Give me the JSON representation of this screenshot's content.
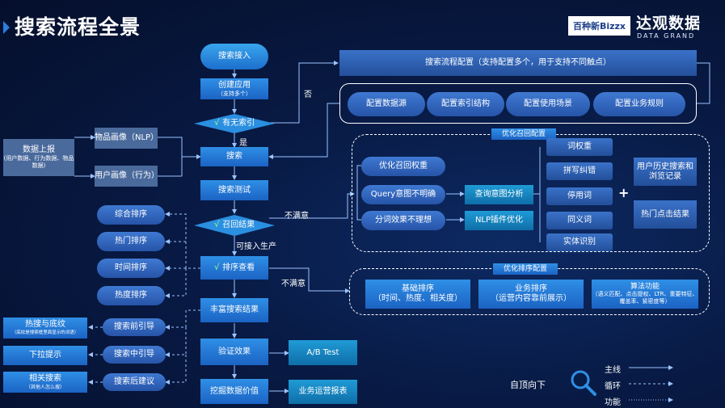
{
  "header": {
    "title": "搜索流程全景",
    "logo_text": "百种新Bizzx",
    "brand_cn": "达观数据",
    "brand_en": "DATA GRAND"
  },
  "flow": {
    "search_access": "搜索接入",
    "create_app": "创建应用",
    "create_app_sub": "（支持多个）",
    "has_index": "有无索引",
    "search": "搜索",
    "search_test": "搜索测试",
    "recall_result": "召回结果",
    "sort_view": "排序查看",
    "rich_result": "丰富搜索结果",
    "verify": "验证效果",
    "mining": "挖掘数据价值",
    "ab_test": "A/B Test",
    "ops_report": "业务运营报表"
  },
  "labels": {
    "no": "否",
    "yes": "是",
    "unsatisfied_1": "不满意",
    "unsatisfied_2": "不满意",
    "production": "可接入生产"
  },
  "data_report": {
    "title": "数据上报",
    "sub": "(用户数据、行为数据、物品数据)"
  },
  "portraits": {
    "item": "物品画像（NLP）",
    "user": "用户画像（行为）"
  },
  "config": {
    "header": "搜索流程配置（支持配置多个，用于支持不同触点）",
    "items": [
      "配置数据源",
      "配置索引结构",
      "配置使用场景",
      "配置业务规则"
    ]
  },
  "recall_opt": {
    "title": "优化召回配置",
    "left": [
      "优化召回权重",
      "Query意图不明确",
      "分词效果不理想"
    ],
    "mid": [
      "查询意图分析",
      "NLP插件优化"
    ],
    "stack": [
      "词权重",
      "拼写纠错",
      "停用词",
      "同义词",
      "实体识别"
    ],
    "plus": "+",
    "right": [
      "用户历史搜索和浏览记录",
      "热门点击结果"
    ]
  },
  "sort_opt": {
    "title": "优化排序配置",
    "basic": "基础排序",
    "basic_sub": "（时间、热度、相关度）",
    "business": "业务排序",
    "business_sub": "（运营内容靠前展示）",
    "algo": "算法功能",
    "algo_sub": "（语义匹配、点击提权、LTR、重要特征、覆盖率、紧密度等）"
  },
  "sort_types": [
    "综合排序",
    "热门排序",
    "时间排序",
    "热度排序"
  ],
  "guides": [
    {
      "stage": "搜索前引导",
      "result": "热搜与底纹",
      "result_sub": "（底纹是搜索框里面显示的词语）"
    },
    {
      "stage": "搜索中引导",
      "result": "下拉提示",
      "result_sub": ""
    },
    {
      "stage": "搜索后建议",
      "result": "相关搜索",
      "result_sub": "（其他人怎么搜）"
    }
  ],
  "legend": {
    "direction": "自顶向下",
    "main": "主线",
    "loop": "循环",
    "func": "功能"
  },
  "colors": {
    "accent": "#2f8fe6",
    "teal": "#1f9bd6",
    "line": "#6aa6ff"
  }
}
